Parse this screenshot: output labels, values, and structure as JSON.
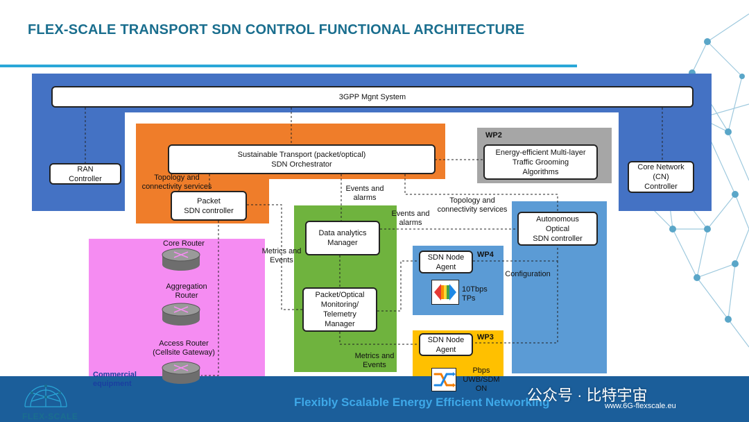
{
  "title": "FLEX-SCALE TRANSPORT SDN CONTROL FUNCTIONAL ARCHITECTURE",
  "nodes": {
    "mgnt": "3GPP Mgnt System",
    "ran": "RAN\nController",
    "orchestrator": "Sustainable Transport (packet/optical)\nSDN Orchestrator",
    "grooming": "Energy-efficient Multi-layer\nTraffic Grooming\nAlgorithms",
    "core_network": "Core Network\n(CN)\nController",
    "packet_sdn": "Packet\nSDN controller",
    "data_analytics": "Data analytics\nManager",
    "optical_sdn": "Autonomous\nOptical\nSDN controller",
    "agent_wp4": "SDN Node\nAgent",
    "agent_wp3": "SDN Node\nAgent",
    "monitoring": "Packet/Optical\nMonitoring/\nTelemetry\nManager"
  },
  "labels": {
    "wp2": "WP2",
    "wp4": "WP4",
    "wp3": "WP3",
    "topology_left": "Topology and\nconnectivity services",
    "events_alarms_top": "Events and\nalarms",
    "topology_right": "Topology and\nconnectivity services",
    "events_alarms_mid": "Events and\nalarms",
    "metrics_events_left": "Metrics and\nEvents",
    "configuration": "Configuration",
    "tps": "10Tbps\nTPs",
    "pbps": "Pbps\nUWB/SDM\nON",
    "metrics_events_bottom": "Metrics and\nEvents",
    "core_router": "Core Router",
    "aggregation_router": "Aggregation\nRouter",
    "access_router": "Access Router\n(Cellsite Gateway)",
    "commercial": "Commercial\nequipment"
  },
  "footer": {
    "tagline": "Flexibly Scalable Energy Efficient Networking",
    "url": "www.6G-flexscale.eu",
    "brand": "FLEX-SCALE",
    "watermark": "公众号 · 比特宇宙"
  },
  "colors": {
    "title": "#1a6e8e",
    "blue_frame": "#4472c4",
    "orange": "#ef7d2a",
    "green": "#6fb33e",
    "light_blue": "#5b9bd5",
    "gray": "#a6a6a6",
    "magenta": "#f58cf2",
    "yellow": "#ffc000",
    "footer": "#1b5e9a"
  }
}
